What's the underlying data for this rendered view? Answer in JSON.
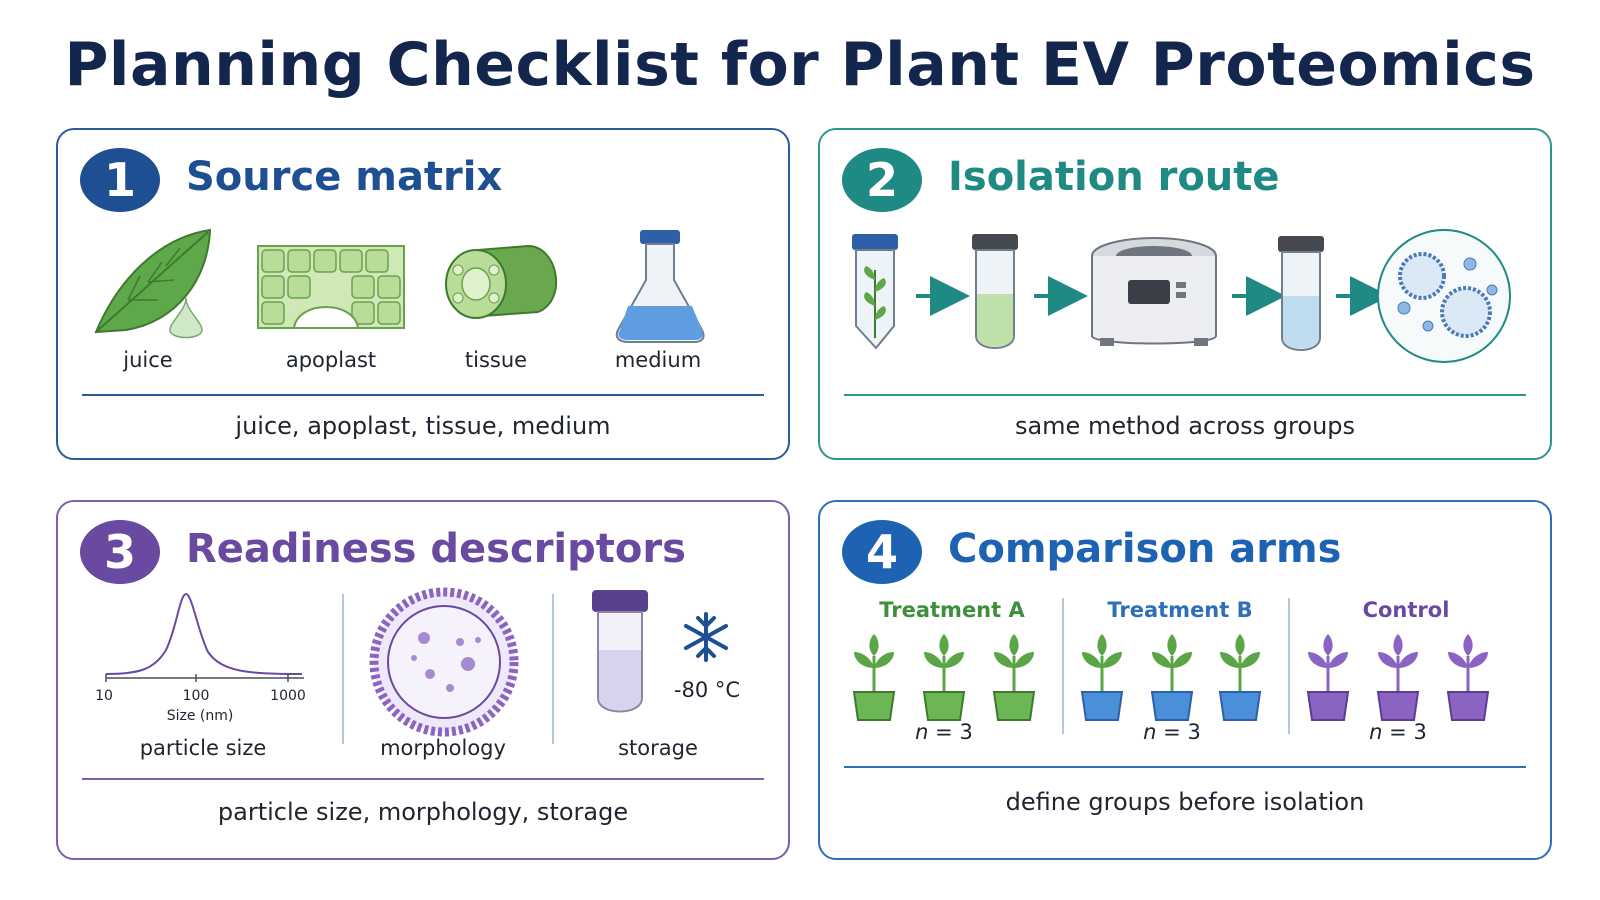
{
  "title": "Planning Checklist for Plant EV Proteomics",
  "colors": {
    "blue": "#1d4f92",
    "teal": "#1f8a84",
    "purple": "#6a4aa0",
    "brightBlue": "#1e63b3",
    "green": "#5aa545",
    "potBlue": "#4a90d9",
    "potPurple": "#8b63c2"
  },
  "cards": {
    "source": {
      "number": "1",
      "title": "Source matrix",
      "items": [
        "juice",
        "apoplast",
        "tissue",
        "medium"
      ],
      "summary": "juice, apoplast, tissue, medium"
    },
    "isolation": {
      "number": "2",
      "title": "Isolation route",
      "summary": "same method across groups"
    },
    "readiness": {
      "number": "3",
      "title": "Readiness descriptors",
      "axis_ticks": [
        "10",
        "100",
        "1000"
      ],
      "axis_label": "Size (nm)",
      "items": [
        "particle size",
        "morphology",
        "storage"
      ],
      "storage_temp": "-80 °C",
      "summary": "particle size, morphology, storage"
    },
    "comparison": {
      "number": "4",
      "title": "Comparison arms",
      "groups": [
        {
          "name": "Treatment A",
          "n": "3"
        },
        {
          "name": "Treatment B",
          "n": "3"
        },
        {
          "name": "Control",
          "n": "3"
        }
      ],
      "n_prefix": "n",
      "summary": "define groups before isolation"
    }
  }
}
